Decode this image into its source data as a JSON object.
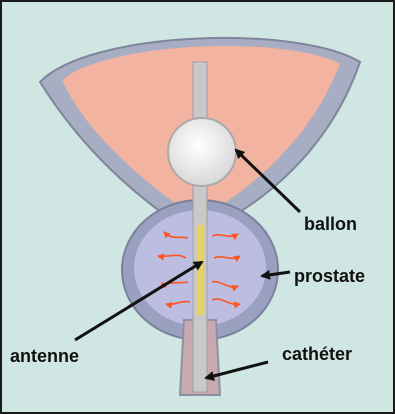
{
  "labels": {
    "balloon": "ballon",
    "prostate": "prostate",
    "antenna": "antenne",
    "catheter": "cathéter"
  },
  "colors": {
    "background": "#cfe6e3",
    "bladder_fill": "#f2b3a0",
    "bladder_wall": "#9aa3b8",
    "prostate_fill": "#b8b9dc",
    "heat_arrows": "#ff5522",
    "balloon": "#f4f4f4",
    "catheter": "#c9c9c9",
    "antenna_core": "#ead35a"
  }
}
